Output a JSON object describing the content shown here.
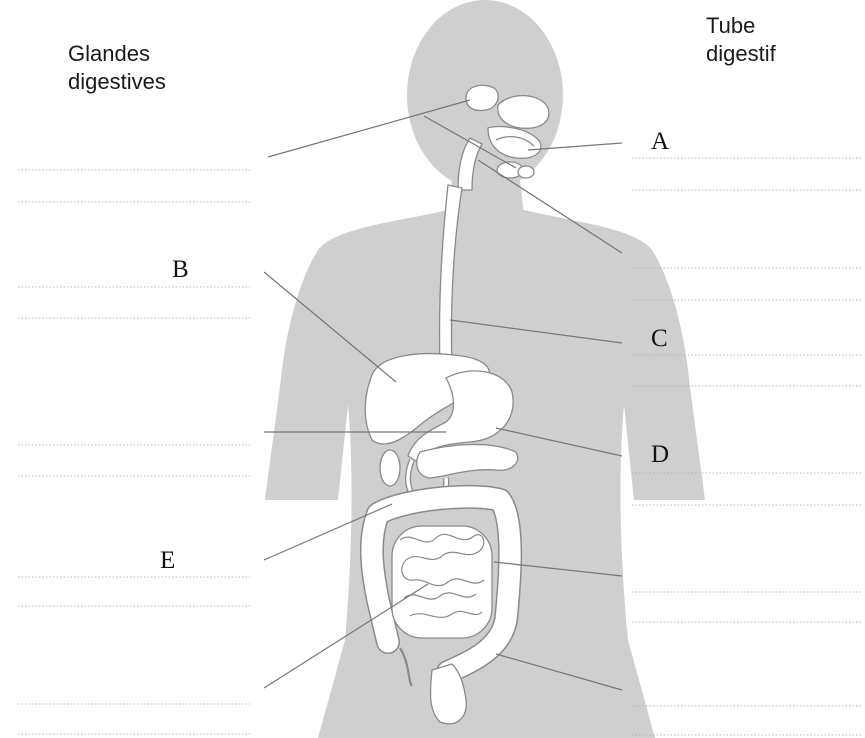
{
  "headings": {
    "left": [
      "Glandes",
      "digestives"
    ],
    "right": [
      "Tube",
      "digestif"
    ]
  },
  "labels": [
    "A",
    "B",
    "C",
    "D",
    "E"
  ],
  "colors": {
    "silhouette": "#cfcfcf",
    "organ_fill": "#ffffff",
    "organ_stroke": "#8a8a8a",
    "leader_line": "#777777",
    "answer_line": "#b5b5b5"
  }
}
